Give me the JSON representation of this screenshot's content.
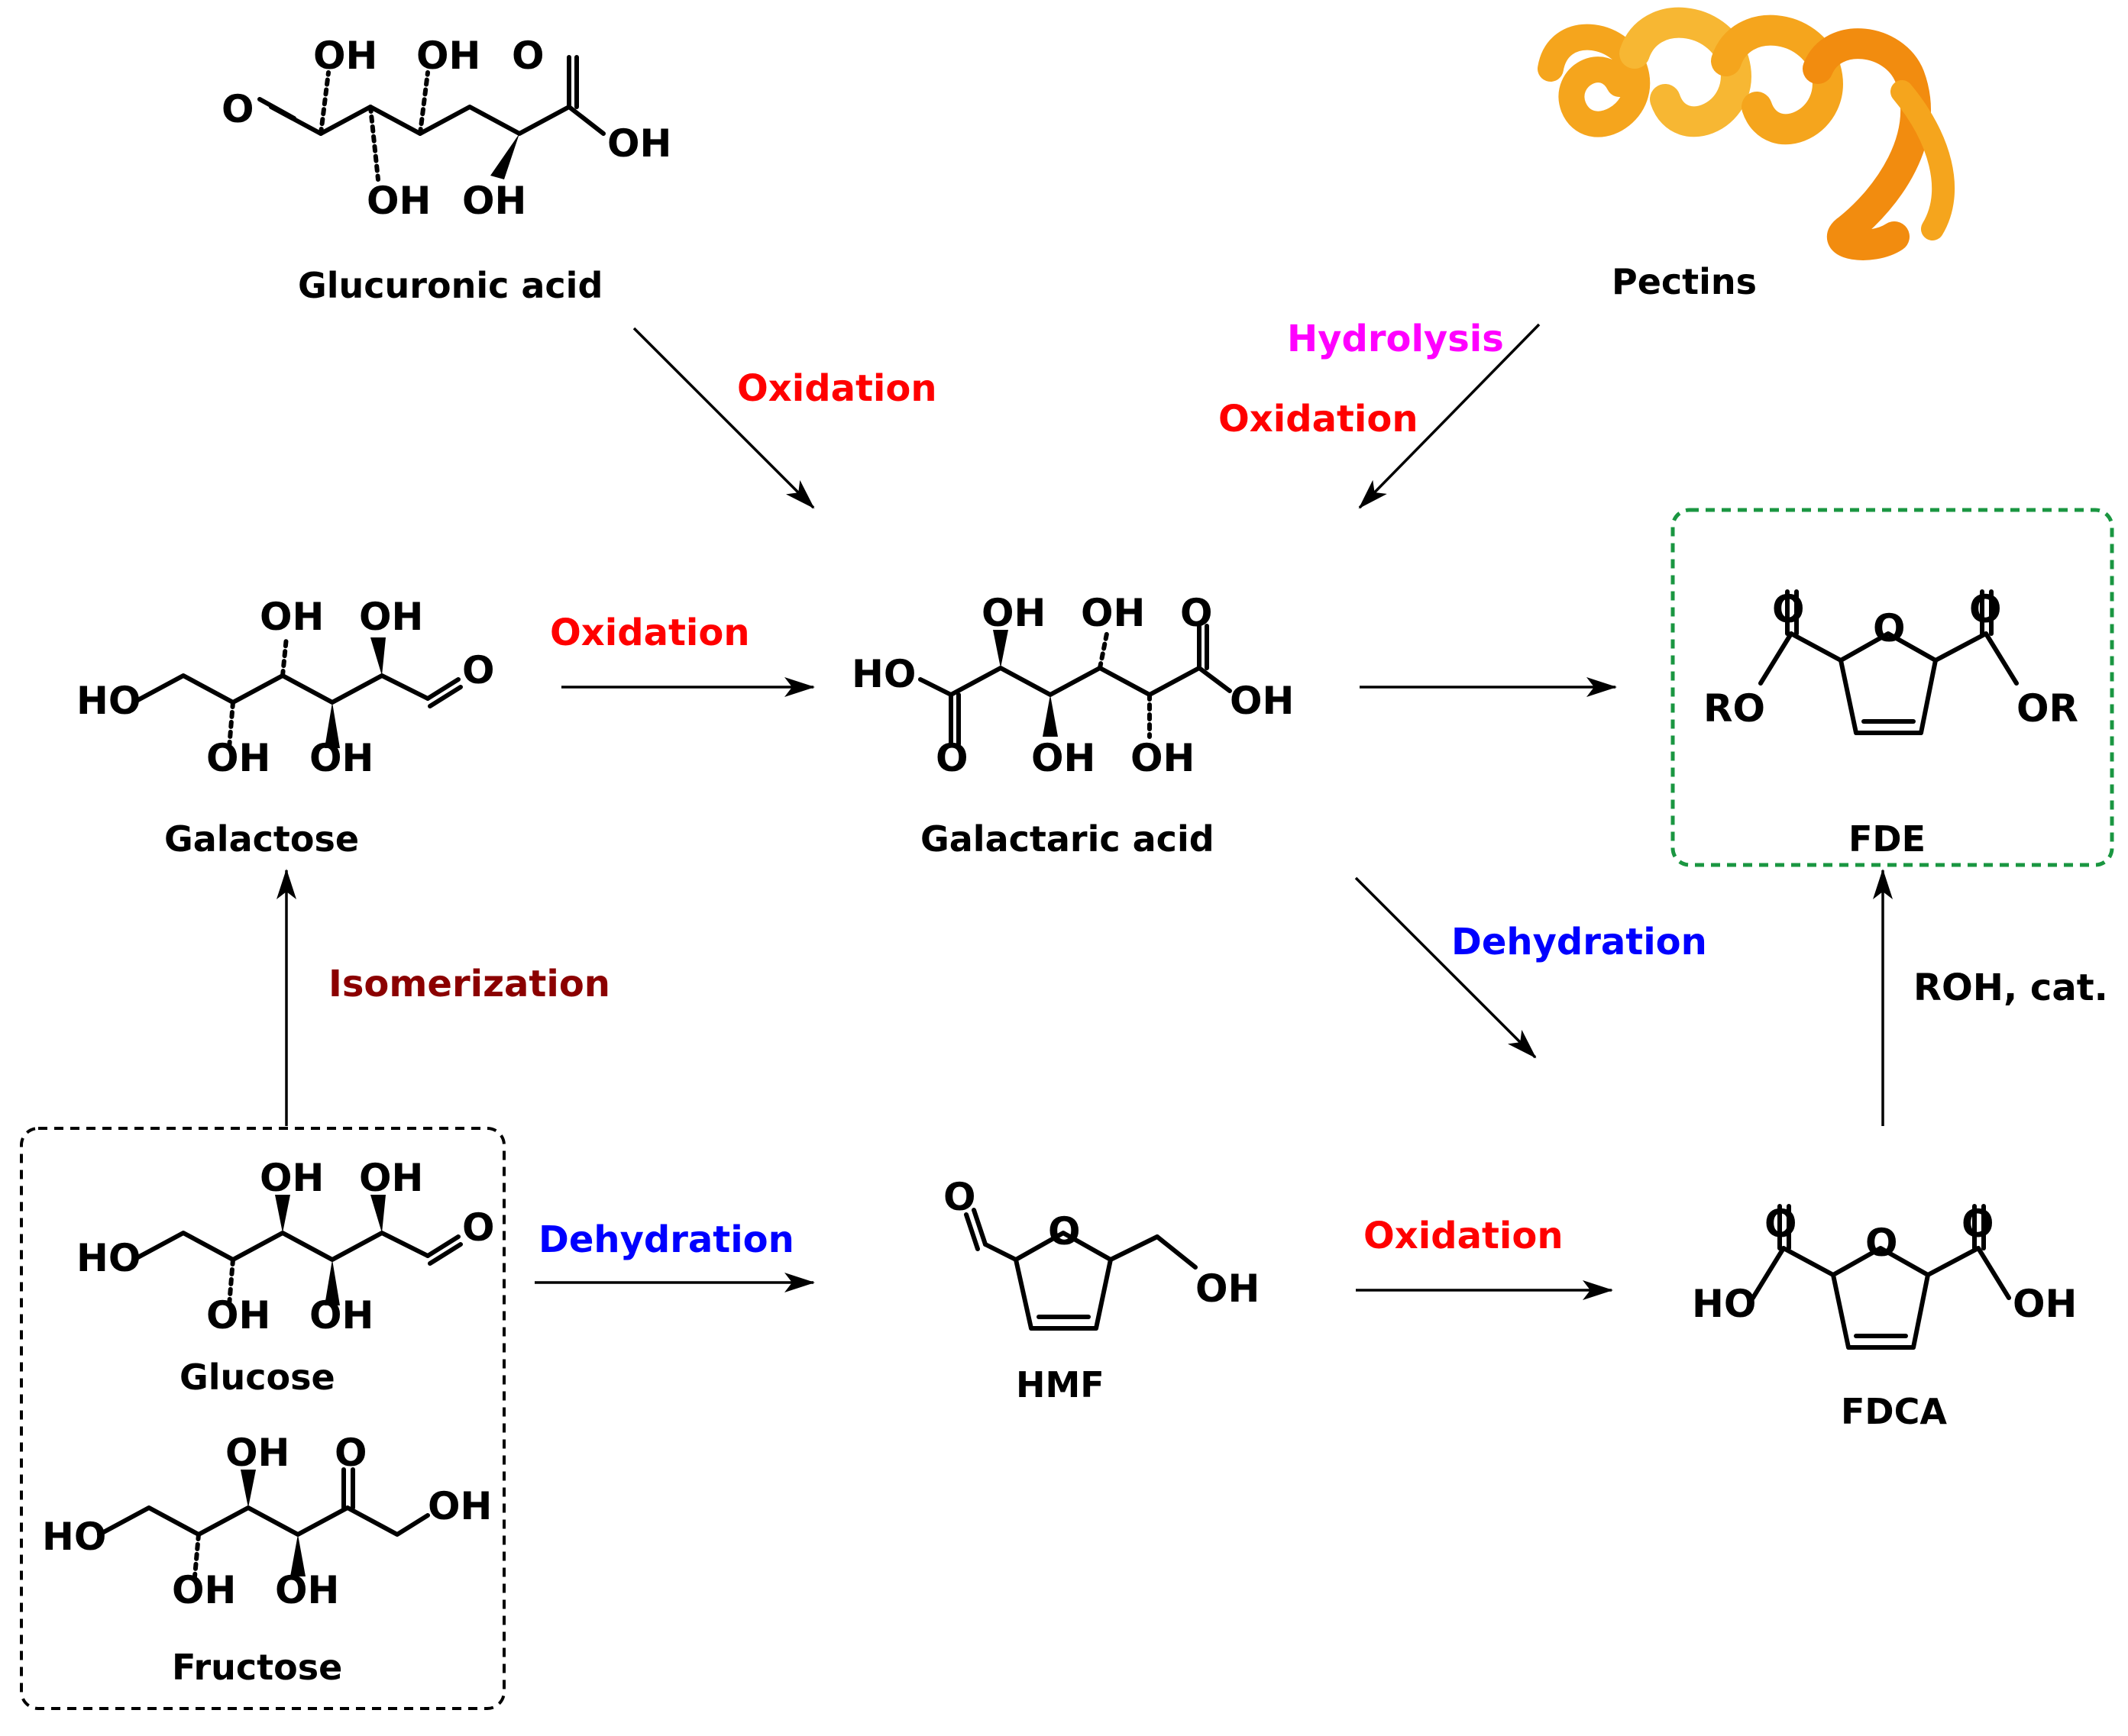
{
  "colors": {
    "oxidation": "#ff0000",
    "hydrolysis": "#ff00ff",
    "dehydration": "#0000ff",
    "isomerization": "#8b0000",
    "plain": "#000000",
    "fde_box": "#1a9641",
    "feedstock_box": "#000000",
    "peel": "#f5a51d"
  },
  "compounds": {
    "glucuronic_acid": "Glucuronic acid",
    "pectins": "Pectins",
    "galactose": "Galactose",
    "galactaric_acid": "Galactaric acid",
    "fde": "FDE",
    "glucose": "Glucose",
    "fructose": "Fructose",
    "hmf": "HMF",
    "fdca": "FDCA"
  },
  "conditions": {
    "glucuronic_oxidation": "Oxidation",
    "pectin_hydrolysis": "Hydrolysis",
    "pectin_oxidation": "Oxidation",
    "galactose_oxidation": "Oxidation",
    "galactaric_dehydration": "Dehydration",
    "isomerization": "Isomerization",
    "glucose_dehydration": "Dehydration",
    "hmf_oxidation": "Oxidation",
    "esterification": "ROH, cat."
  },
  "atoms": {
    "oh": "OH",
    "ho": "HO",
    "o": "O",
    "ro": "RO",
    "or": "OR"
  },
  "icons": {
    "peel": "orange-peel-icon"
  }
}
